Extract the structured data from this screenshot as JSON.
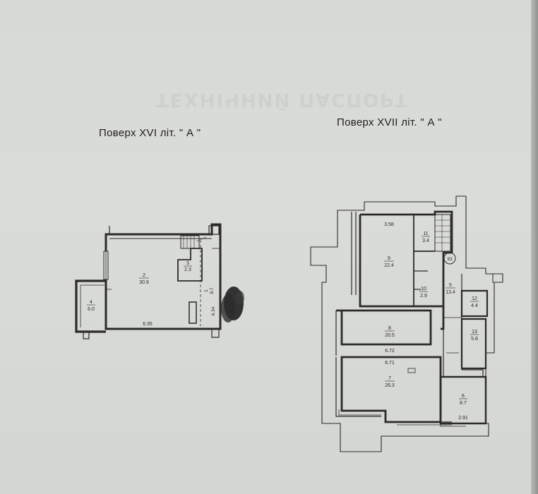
{
  "ghost_title": "ТЕХНІЧНИЙ ПАСПОРТ",
  "floor_left": {
    "title": "Поверх  XVI  літ. \" А \"",
    "rooms": [
      {
        "no": "1",
        "area": "8.7"
      },
      {
        "no": "2",
        "area": "30.9"
      },
      {
        "no": "3",
        "area": "2.3"
      },
      {
        "no": "4",
        "area": "6.0"
      }
    ],
    "dims": {
      "width": "6.35",
      "side": "6.34"
    }
  },
  "floor_right": {
    "title": "Поверх  XVII  літ. \" А \"",
    "badge": "93",
    "rooms": [
      {
        "no": "5",
        "area": "13.4"
      },
      {
        "no": "6",
        "area": "8.7"
      },
      {
        "no": "7",
        "area": "26.3"
      },
      {
        "no": "8",
        "area": "20.5"
      },
      {
        "no": "9",
        "area": "22.4"
      },
      {
        "no": "10",
        "area": "2.9"
      },
      {
        "no": "11",
        "area": "3.4"
      },
      {
        "no": "12",
        "area": "4.4"
      },
      {
        "no": "13",
        "area": "5.8"
      }
    ],
    "dims": {
      "top": "3.58",
      "mid_upper": "6.72",
      "mid_lower": "6.71",
      "bottom": "2.91"
    }
  }
}
